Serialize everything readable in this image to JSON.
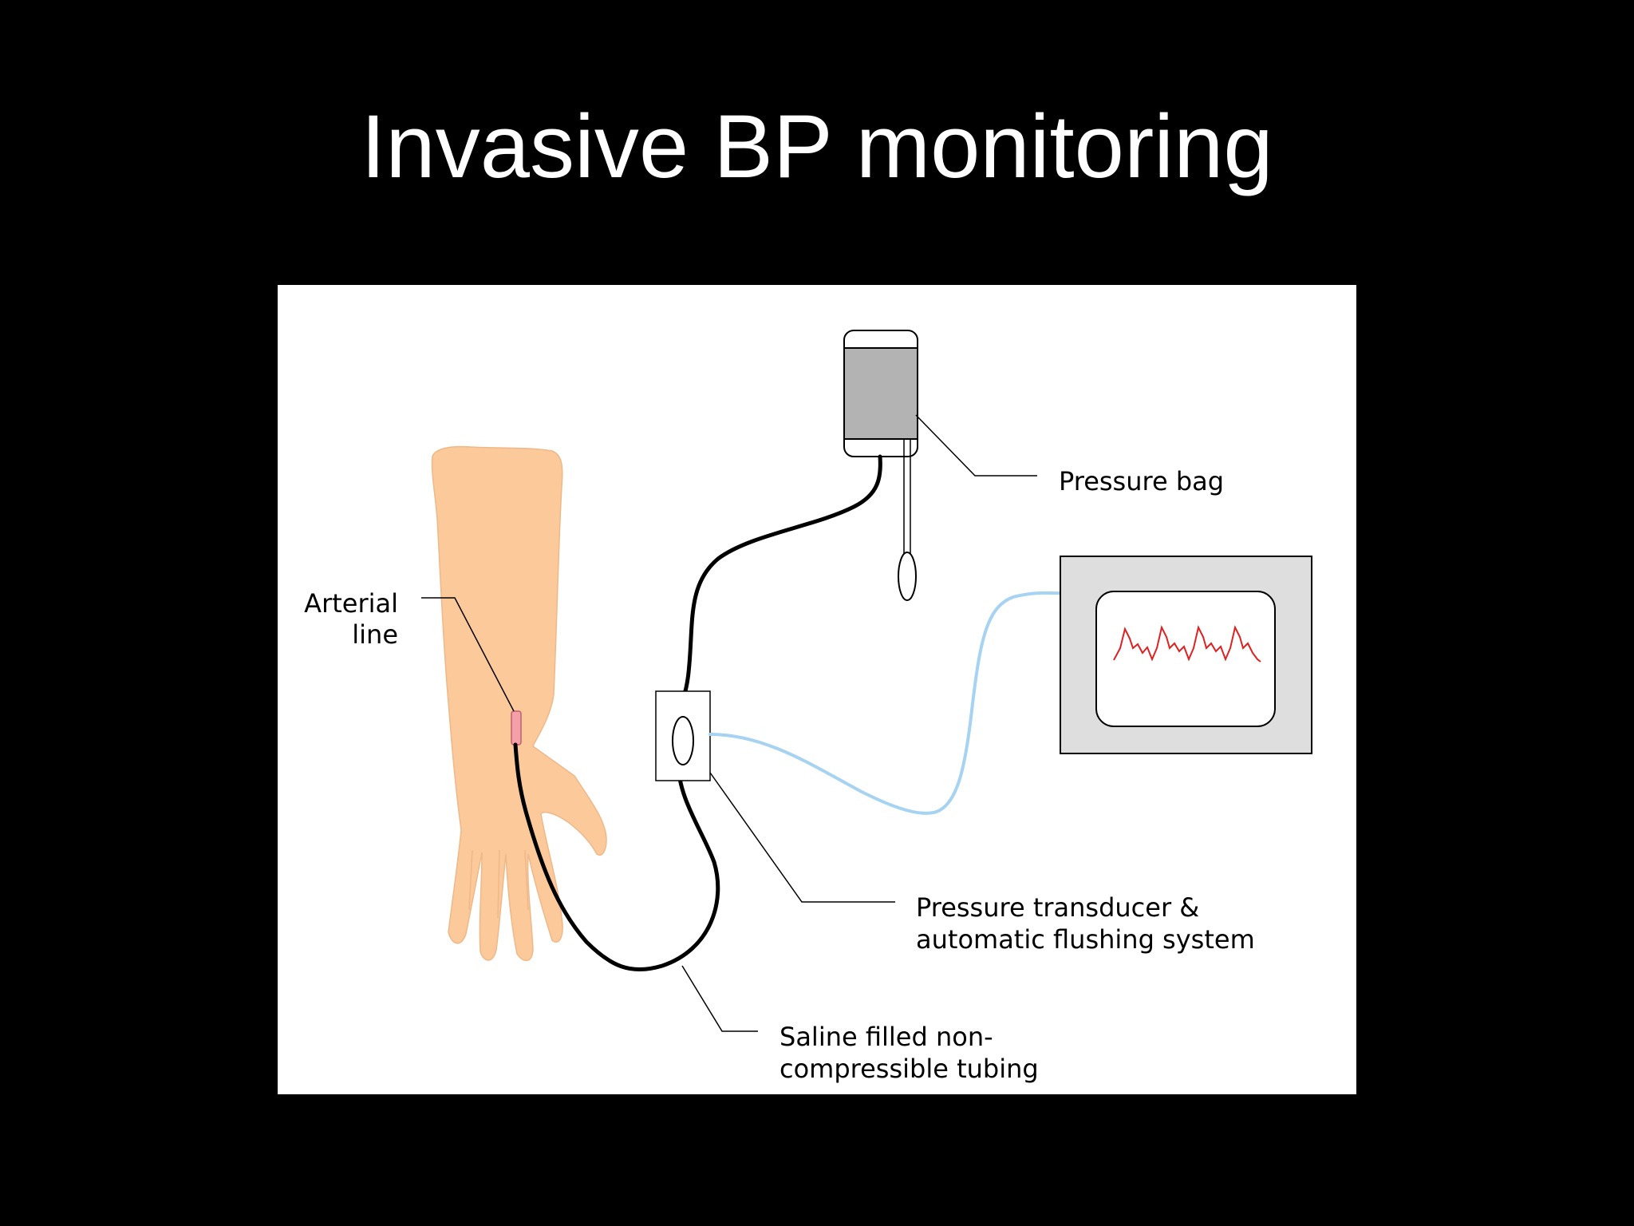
{
  "slide": {
    "title": "Invasive BP monitoring"
  },
  "diagram": {
    "labels": {
      "arterial_line_1": "Arterial",
      "arterial_line_2": "line",
      "pressure_bag": "Pressure bag",
      "transducer_1": "Pressure transducer &",
      "transducer_2": "automatic flushing system",
      "tubing_1": "Saline filled non-",
      "tubing_2": "compressible tubing"
    }
  },
  "colors": {
    "background": "#000000",
    "panel": "#ffffff",
    "skin": "#fcc99b",
    "catheter": "#f4a0a8",
    "bag_fill": "#b3b3b3",
    "monitor_case": "#dedede",
    "waveform": "#e02020",
    "signal_cable": "#a7d3f2",
    "tubing": "#000000"
  }
}
